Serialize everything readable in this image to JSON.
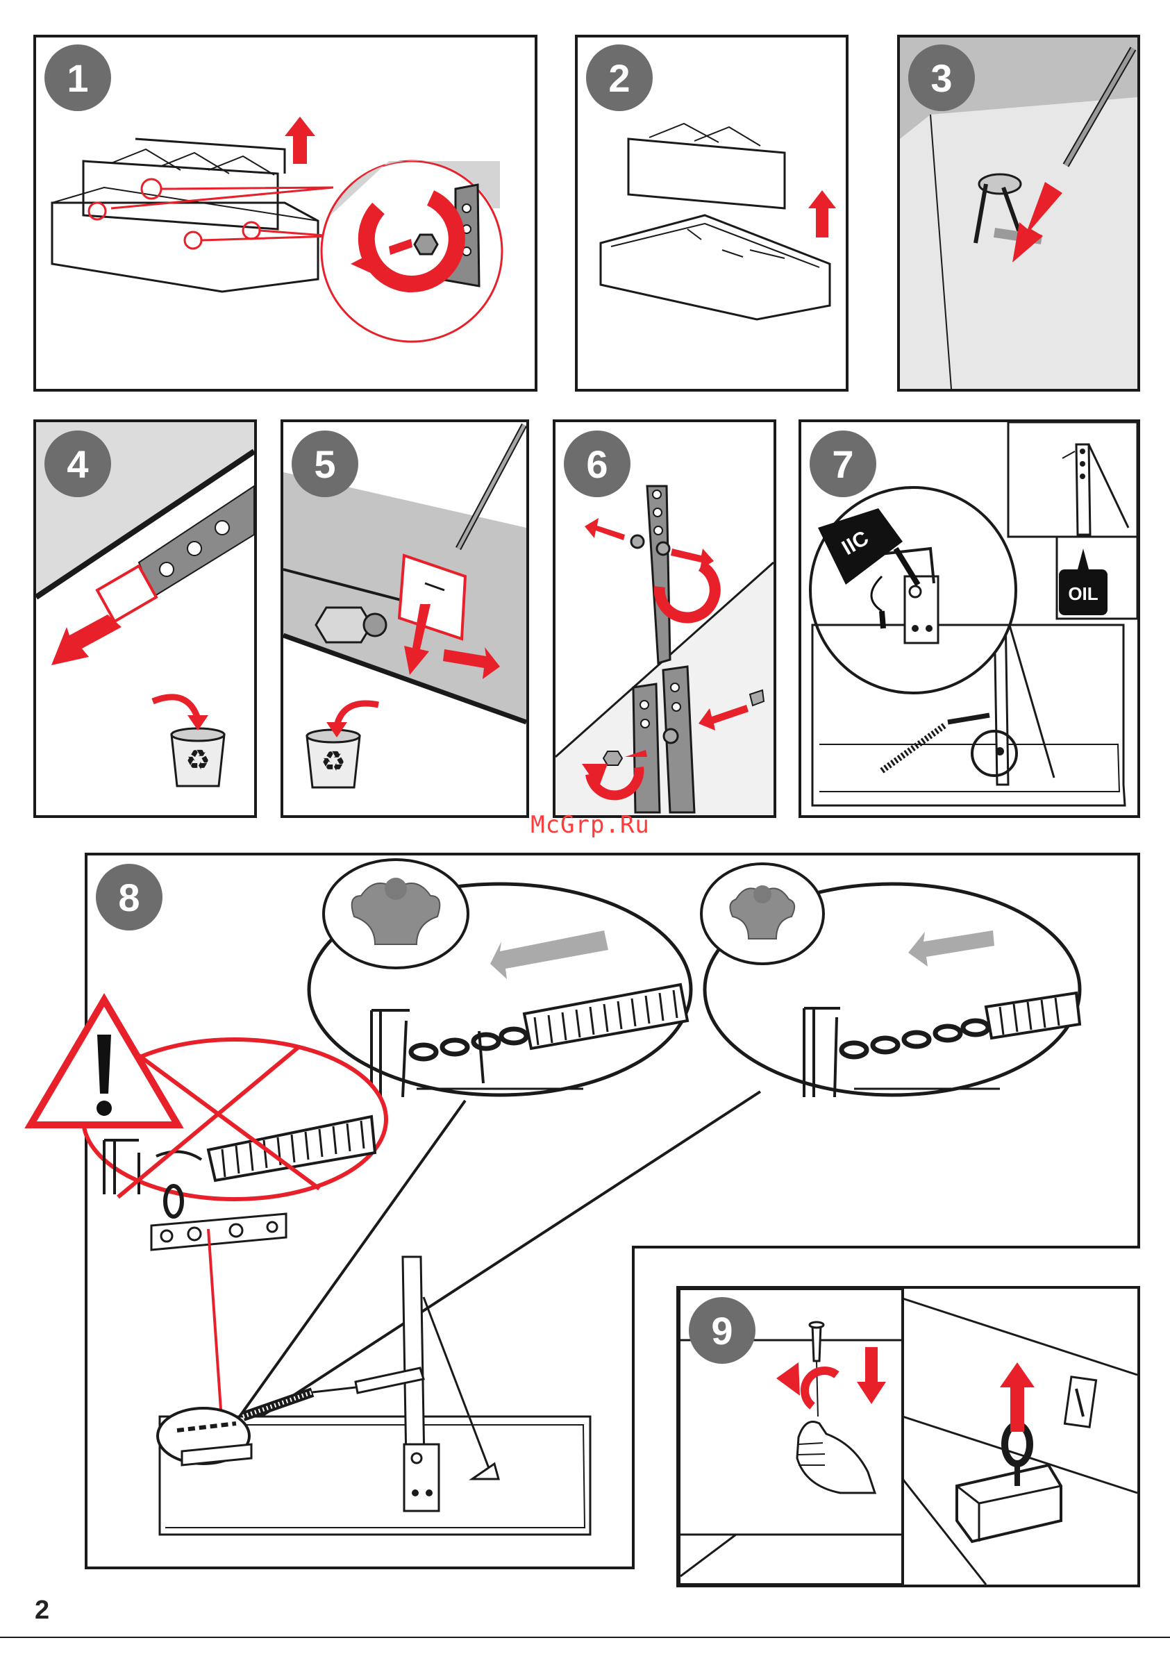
{
  "steps": [
    {
      "number": "1"
    },
    {
      "number": "2"
    },
    {
      "number": "3"
    },
    {
      "number": "4"
    },
    {
      "number": "5"
    },
    {
      "number": "6"
    },
    {
      "number": "7"
    },
    {
      "number": "8"
    },
    {
      "number": "9"
    }
  ],
  "oil_label": "OIL",
  "watermark": "McGrp.Ru",
  "page_number": "2",
  "colors": {
    "accent": "#e8202a",
    "badge": "#6d6d6d",
    "stroke": "#1a1a1a"
  }
}
